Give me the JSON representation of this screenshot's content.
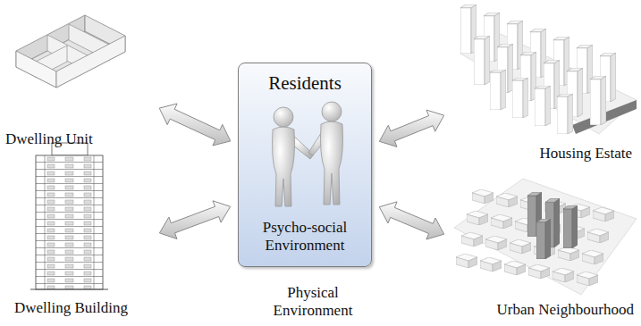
{
  "diagram": {
    "nodes": [
      {
        "text": [
          "Dwelling Unit"
        ]
      },
      {
        "text": [
          "Residents",
          "Psycho-social Environment"
        ]
      },
      {
        "text": [
          "Housing Estate"
        ]
      },
      {
        "text": [
          "Dwelling Building"
        ]
      },
      {
        "text": [
          "Urban Neighbourhood"
        ]
      }
    ],
    "edges": [
      {
        "from": 1,
        "to": 0,
        "arrow": "both"
      },
      {
        "from": 1,
        "to": 2,
        "arrow": "both"
      },
      {
        "from": 1,
        "to": 3,
        "arrow": "both"
      },
      {
        "from": 1,
        "to": 4,
        "arrow": "both"
      }
    ],
    "labels": [
      "Physical Environment"
    ]
  }
}
